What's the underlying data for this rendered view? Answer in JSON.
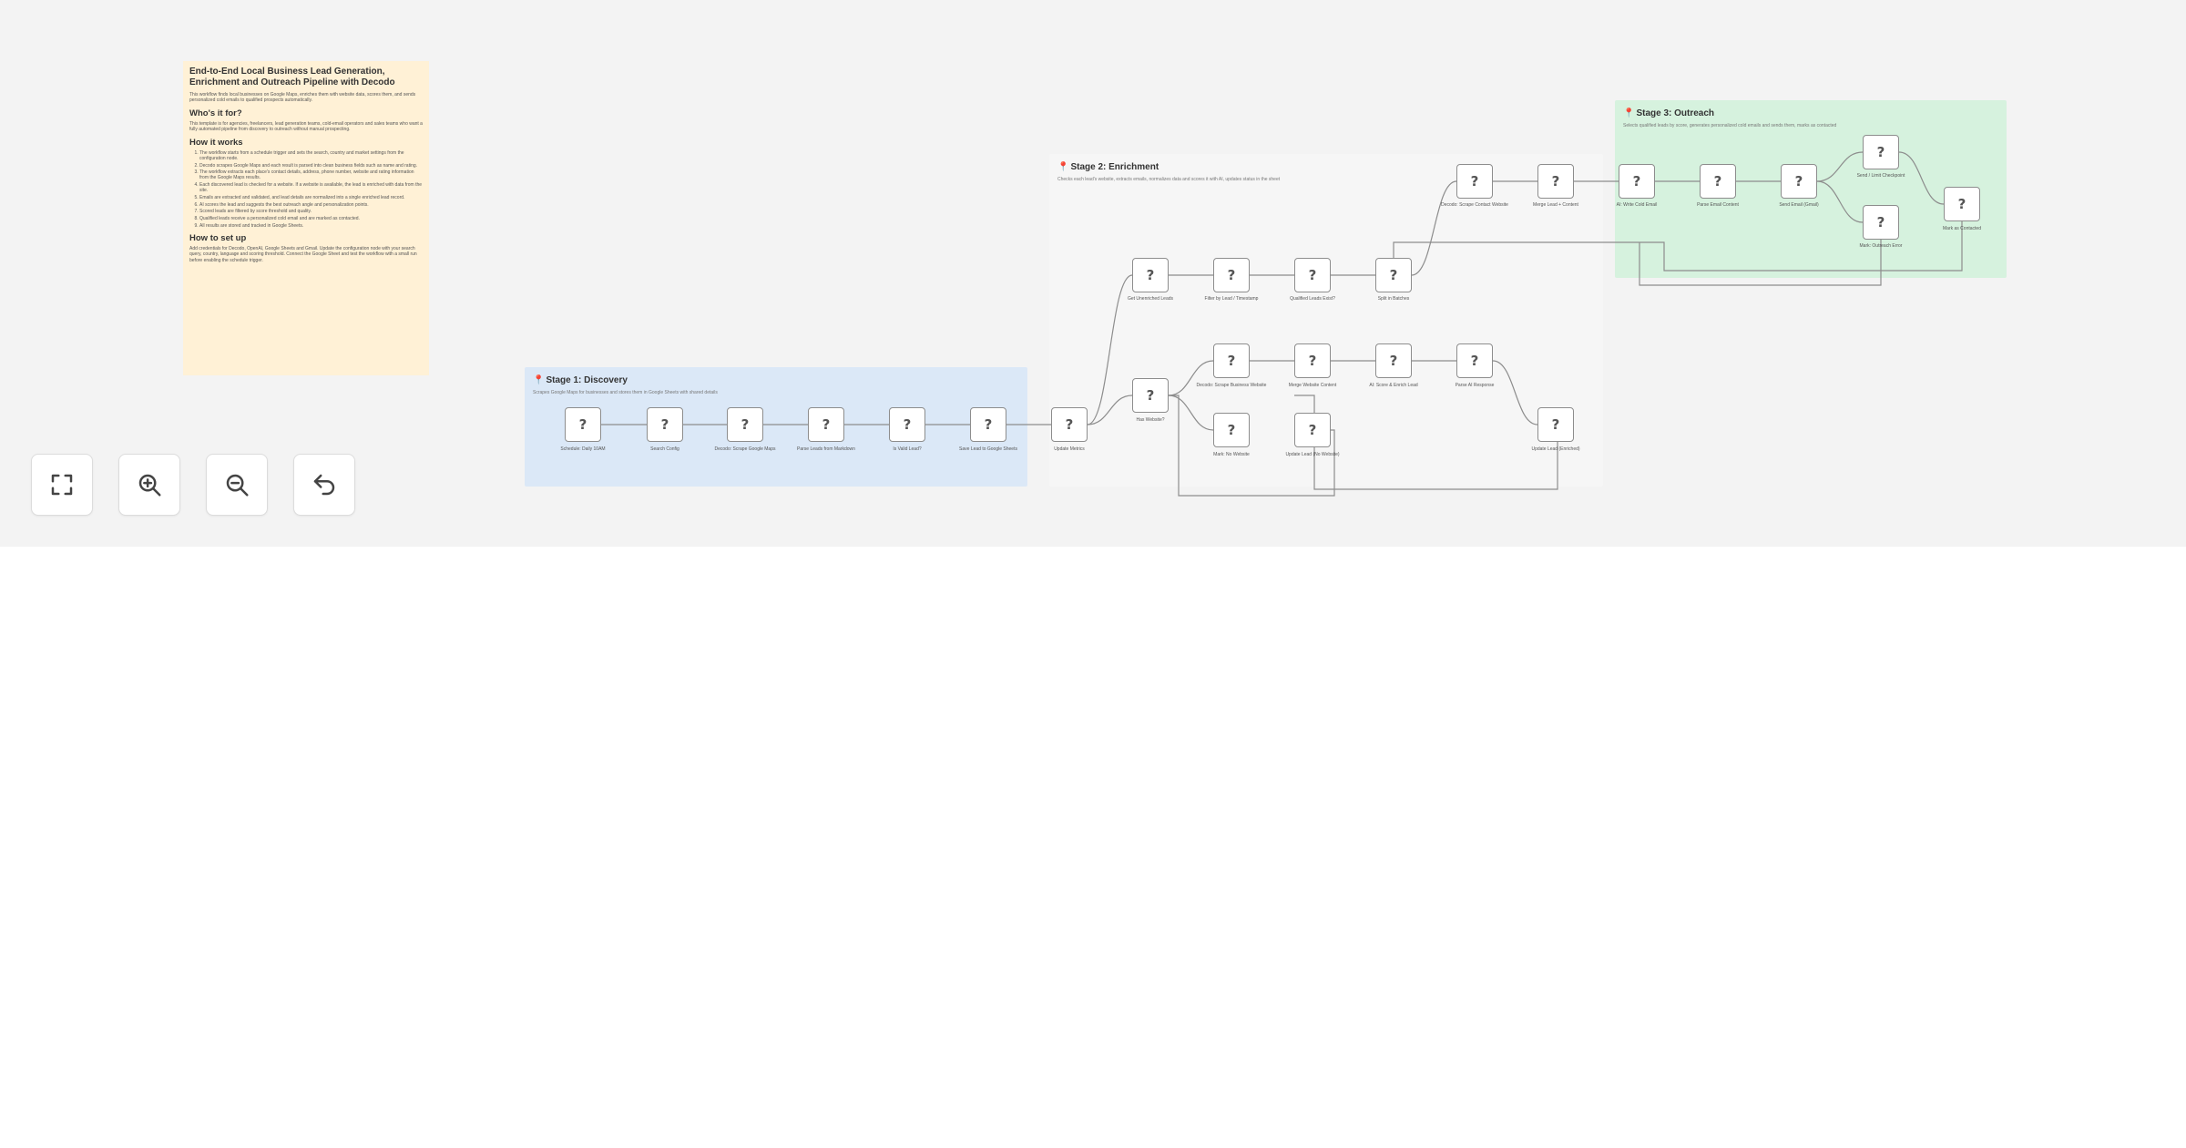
{
  "note": {
    "title": "End-to-End Local Business Lead Generation, Enrichment and Outreach Pipeline with Decodo",
    "intro": "This workflow finds local businesses on Google Maps, enriches them with website data, scores them, and sends personalized cold emails to qualified prospects automatically.",
    "whos_for_heading": "Who's it for?",
    "whos_for_text": "This template is for agencies, freelancers, lead generation teams, cold-email operators and sales teams who want a fully automated pipeline from discovery to outreach without manual prospecting.",
    "how_heading": "How it works",
    "steps": [
      "The workflow starts from a schedule trigger and sets the search, country and market settings from the configuration node.",
      "Decodo scrapes Google Maps and each result is parsed into clean business fields such as name and rating.",
      "The workflow extracts each place's contact details, address, phone number, website and rating information from the Google Maps results.",
      "Each discovered lead is checked for a website. If a website is available, the lead is enriched with data from the site.",
      "Emails are extracted and validated, and lead details are normalized into a single enriched lead record.",
      "AI scores the lead and suggests the best outreach angle and personalization points.",
      "Scored leads are filtered by score threshold and quality.",
      "Qualified leads receive a personalized cold email and are marked as contacted.",
      "All results are stored and tracked in Google Sheets."
    ],
    "setup_heading": "How to set up",
    "setup_text": "Add credentials for Decodo, OpenAI, Google Sheets and Gmail. Update the configuration node with your search query, country, language and scoring threshold. Connect the Google Sheet and test the workflow with a small run before enabling the schedule trigger."
  },
  "stages": [
    {
      "title": "Stage 1: Discovery",
      "description": "Scrapes Google Maps for businesses and stores them in Google Sheets with shared details"
    },
    {
      "title": "Stage 2: Enrichment",
      "description": "Checks each lead's website, extracts emails, normalizes data and scores it with AI, updates status in the sheet"
    },
    {
      "title": "Stage 3: Outreach",
      "description": "Selects qualified leads by score, generates personalized cold emails and sends them, marks as contacted"
    }
  ],
  "nodes": [
    {
      "label": "Schedule: Daily 10AM"
    },
    {
      "label": "Search Config"
    },
    {
      "label": "Decodo: Scrape Google Maps"
    },
    {
      "label": "Parse Leads from Markdown"
    },
    {
      "label": "Is Valid Lead?"
    },
    {
      "label": "Save Lead to Google Sheets"
    },
    {
      "label": "Update Metrics"
    },
    {
      "label": "Get Unenriched Leads"
    },
    {
      "label": "Filter by Lead / Timestamp"
    },
    {
      "label": "Qualified Leads Exist?"
    },
    {
      "label": "Split in Batches"
    },
    {
      "label": "Has Website?"
    },
    {
      "label": "Decodo: Scrape Business Website"
    },
    {
      "label": "Merge Website Content"
    },
    {
      "label": "AI: Score & Enrich Lead"
    },
    {
      "label": "Parse AI Response"
    },
    {
      "label": "Mark: No Website"
    },
    {
      "label": "Update Lead (No Website)"
    },
    {
      "label": "Update Lead (Enriched)"
    },
    {
      "label": "Decodo: Scrape Contact Website"
    },
    {
      "label": "Merge Lead + Content"
    },
    {
      "label": "AI: Write Cold Email"
    },
    {
      "label": "Parse Email Content"
    },
    {
      "label": "Send Email (Gmail)"
    },
    {
      "label": "Send / Limit Checkpoint"
    },
    {
      "label": "Mark: Outreach Error"
    },
    {
      "label": "Mark as Contacted"
    }
  ],
  "controls": [
    {
      "label": "Fit to view",
      "icon": "fit-view-icon"
    },
    {
      "label": "Zoom in",
      "icon": "zoom-in-icon"
    },
    {
      "label": "Zoom out",
      "icon": "zoom-out-icon"
    },
    {
      "label": "Undo",
      "icon": "undo-icon"
    }
  ],
  "colors": {
    "canvas": "#f3f3f3",
    "discovery": "#dbe8f7",
    "enrichment": "#f6f6f6",
    "outreach": "#d6f2de",
    "note": "#fff1d6",
    "edge": "#8d8d8d"
  }
}
